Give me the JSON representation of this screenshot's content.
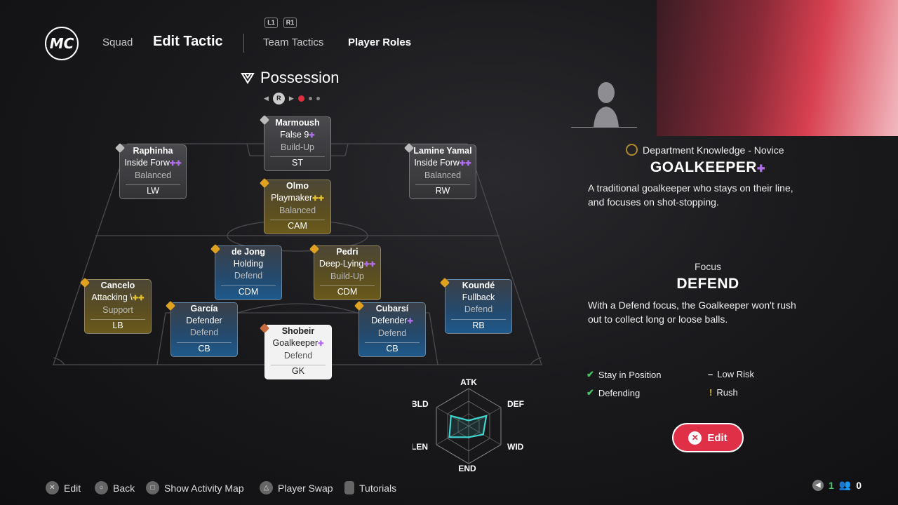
{
  "header": {
    "logo": "MC",
    "tabs": {
      "squad": "Squad",
      "edit_tactic": "Edit Tactic",
      "team_tactics": "Team Tactics",
      "player_roles": "Player Roles"
    },
    "bumpers": {
      "left": "L1",
      "right": "R1"
    }
  },
  "formation": {
    "title": "Possession",
    "pager_badge": "R"
  },
  "players": [
    {
      "id": "marmoush",
      "name": "Marmoush",
      "role": "False 9",
      "focus": "Build-Up",
      "pos": "ST",
      "style": "grey",
      "plus": "purple1"
    },
    {
      "id": "raphinha",
      "name": "Raphinha",
      "role": "Inside Forw",
      "focus": "Balanced",
      "pos": "LW",
      "style": "grey",
      "plus": "purple2"
    },
    {
      "id": "lamine",
      "name": "Lamine Yamal",
      "role": "Inside Forw",
      "focus": "Balanced",
      "pos": "RW",
      "style": "grey",
      "plus": "purple2"
    },
    {
      "id": "olmo",
      "name": "Olmo",
      "role": "Playmaker",
      "focus": "Balanced",
      "pos": "CAM",
      "style": "gold",
      "plus": "gold2"
    },
    {
      "id": "dejong",
      "name": "de Jong",
      "role": "Holding",
      "focus": "Defend",
      "pos": "CDM",
      "style": "blue",
      "plus": ""
    },
    {
      "id": "pedri",
      "name": "Pedri",
      "role": "Deep-Lying",
      "focus": "Build-Up",
      "pos": "CDM",
      "style": "gold",
      "plus": "purple2"
    },
    {
      "id": "cancelo",
      "name": "Cancelo",
      "role": "Attacking \\",
      "focus": "Support",
      "pos": "LB",
      "style": "gold",
      "plus": "gold2"
    },
    {
      "id": "kounde",
      "name": "Koundé",
      "role": "Fullback",
      "focus": "Defend",
      "pos": "RB",
      "style": "blue",
      "plus": ""
    },
    {
      "id": "garcia",
      "name": "García",
      "role": "Defender",
      "focus": "Defend",
      "pos": "CB",
      "style": "blue",
      "plus": ""
    },
    {
      "id": "cubarsi",
      "name": "Cubarsí",
      "role": "Defender",
      "focus": "Defend",
      "pos": "CB",
      "style": "blue",
      "plus": "purple1"
    },
    {
      "id": "shobeir",
      "name": "Shobeir",
      "role": "Goalkeeper",
      "focus": "Defend",
      "pos": "GK",
      "style": "white",
      "plus": "purple1"
    }
  ],
  "detail": {
    "department": "Department Knowledge - Novice",
    "role_title": "GOALKEEPER",
    "role_desc_1": "A traditional goalkeeper who stays on their line,",
    "role_desc_2": "and focuses on shot-stopping.",
    "focus_label": "Focus",
    "focus_value": "DEFEND",
    "focus_desc_1": "With a Defend focus, the Goalkeeper won't rush",
    "focus_desc_2": "out to collect long or loose balls.",
    "attributes": [
      {
        "label": "Stay in Position",
        "icon": "check-icon"
      },
      {
        "label": "Low Risk",
        "icon": "dash-icon"
      },
      {
        "label": "Defending",
        "icon": "check-icon"
      },
      {
        "label": "Rush",
        "icon": "exclamation-icon"
      }
    ],
    "edit_label": "Edit"
  },
  "radar": {
    "axes": [
      "ATK",
      "DEF",
      "WID",
      "END",
      "LEN",
      "BLD"
    ],
    "values": [
      0.15,
      0.55,
      0.45,
      0.3,
      0.6,
      0.55
    ]
  },
  "footer": {
    "edit": "Edit",
    "back": "Back",
    "activity": "Show Activity Map",
    "swap": "Player Swap",
    "tutorials": "Tutorials",
    "count_a": "1",
    "count_b": "0"
  },
  "colors": {
    "accent": "#e03048",
    "gold": "#e0c030",
    "purple": "#b36ef0",
    "teal": "#3fd6d0",
    "check": "#4cc46a"
  }
}
